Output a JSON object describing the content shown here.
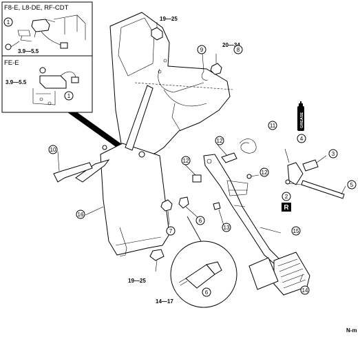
{
  "inset": {
    "top": {
      "header": "F8-E, L8-DE, RF-CDT",
      "callout": "1",
      "torque": "3.9—5.5"
    },
    "bottom": {
      "header": "FE-E",
      "callout": "1",
      "torque": "3.9—5.5"
    }
  },
  "torques": {
    "t1": "19—25",
    "t2": "20—34",
    "t3": "19—25",
    "t4": "14—17"
  },
  "callouts": {
    "c2": "2",
    "c3": "3",
    "c4": "4",
    "c5": "5",
    "c6a": "6",
    "c6b": "6",
    "c7": "7",
    "c8": "8",
    "c9": "9",
    "c10": "10",
    "c11": "11",
    "c12a": "12",
    "c12b": "12",
    "c12c": "12",
    "c13": "13",
    "c14": "14",
    "c15": "15",
    "c16": "16"
  },
  "grease_label": "GREASE",
  "r_badge": "R",
  "corner_code": "N-m"
}
